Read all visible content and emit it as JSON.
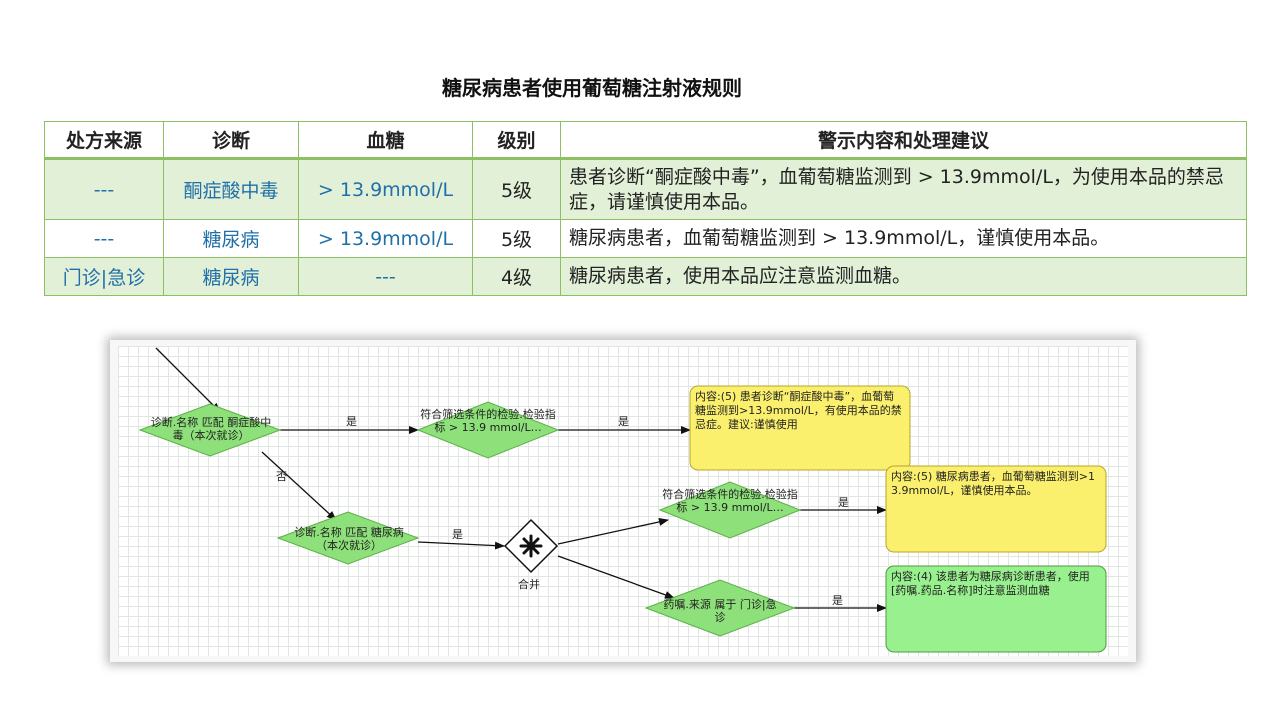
{
  "title": "糖尿病患者使用葡萄糖注射液规则",
  "table": {
    "headers": [
      "处方来源",
      "诊断",
      "血糖",
      "级别",
      "警示内容和处理建议"
    ],
    "rows": [
      {
        "source": "---",
        "diagnosis": "酮症酸中毒",
        "glucose": "> 13.9mmol/L",
        "level": "5级",
        "warning": "患者诊断“酮症酸中毒”，血葡萄糖监测到 > 13.9mmol/L，为使用本品的禁忌症，请谨慎使用本品。"
      },
      {
        "source": "---",
        "diagnosis": "糖尿病",
        "glucose": "> 13.9mmol/L",
        "level": "5级",
        "warning": "糖尿病患者，血葡萄糖监测到 > 13.9mmol/L，谨慎使用本品。"
      },
      {
        "source": "门诊|急诊",
        "diagnosis": "糖尿病",
        "glucose": "---",
        "level": "4级",
        "warning": "糖尿病患者，使用本品应注意监测血糖。"
      }
    ]
  },
  "flow": {
    "decisions": {
      "d1": "诊断.名称 匹配 酮症酸中毒（本次就诊）",
      "d2": "符合筛选条件的检验.检验指标 > 13.9 mmol/L…",
      "d3": "诊断.名称 匹配 糖尿病（本次就诊）",
      "d4": "符合筛选条件的检验.检验指标 > 13.9 mmol/L…",
      "d5": "药嘱.来源 属于 门诊|急诊"
    },
    "merge_label": "合并",
    "edge_labels": {
      "yes": "是",
      "no": "否"
    },
    "notes": {
      "n1": "内容:(5) 患者诊断“酮症酸中毒”，血葡萄糖监测到>13.9mmol/L，有使用本品的禁忌症。建议:谨慎使用",
      "n2": "内容:(5) 糖尿病患者，血葡萄糖监测到>13.9mmol/L，谨慎使用本品。",
      "n3": "内容:(4) 该患者为糖尿病诊断患者，使用[药嘱.药品.名称]时注意监测血糖"
    },
    "colors": {
      "decision": "#8ee07a",
      "warn_note": "#fbf06e",
      "info_note": "#98f08e"
    }
  }
}
